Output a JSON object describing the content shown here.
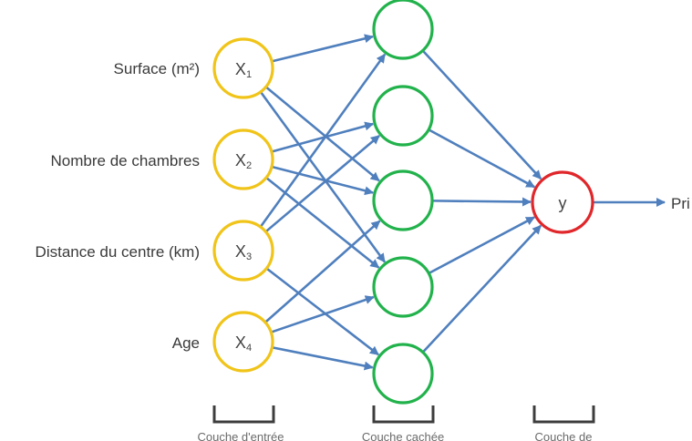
{
  "colors": {
    "input_node": "#f0c419",
    "hidden_node": "#22b24c",
    "output_node": "#e0272b",
    "arrow": "#4f7fbd"
  },
  "inputs": [
    {
      "feature": "Surface (m²)",
      "symbol": "X",
      "index": "1"
    },
    {
      "feature": "Nombre de chambres",
      "symbol": "X",
      "index": "2"
    },
    {
      "feature": "Distance du centre (km)",
      "symbol": "X",
      "index": "3"
    },
    {
      "feature": "Age",
      "symbol": "X",
      "index": "4"
    }
  ],
  "hidden_count": 5,
  "output": {
    "label": "y",
    "target": "Pri"
  },
  "connections": [
    [
      0,
      0
    ],
    [
      0,
      3
    ],
    [
      0,
      2
    ],
    [
      1,
      1
    ],
    [
      1,
      2
    ],
    [
      1,
      3
    ],
    [
      2,
      0
    ],
    [
      2,
      1
    ],
    [
      2,
      4
    ],
    [
      3,
      4
    ],
    [
      3,
      3
    ],
    [
      3,
      2
    ]
  ],
  "layers": [
    {
      "label": "Couche d'entrée"
    },
    {
      "label": "Couche cachée"
    },
    {
      "label": "Couche de"
    }
  ]
}
